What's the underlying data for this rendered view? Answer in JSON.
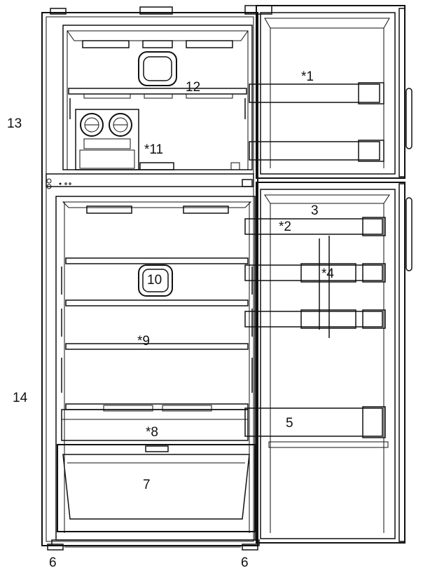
{
  "callouts": {
    "door_shelf_freezer": "*1",
    "door_shelf_top": "*2",
    "dairy_shelf": "3",
    "egg_tray": "*4",
    "door_bin": "5",
    "leveling_foot_left": "6",
    "leveling_foot_right": "6",
    "crisper": "7",
    "crisper_cover": "*8",
    "glass_shelf": "*9",
    "light": "10",
    "ice_maker": "*11",
    "freezer_shelf": "12",
    "freezer_compartment": "13",
    "fridge_compartment": "14"
  },
  "colors": {
    "line": "#111111",
    "fill": "#ffffff",
    "shade": "#e9e9e9"
  }
}
